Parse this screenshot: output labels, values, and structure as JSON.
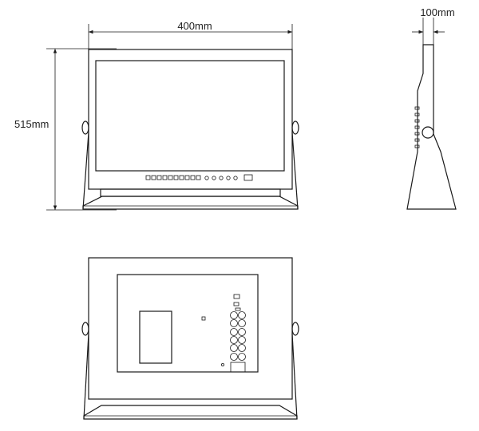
{
  "dimensions": {
    "width_label": "400mm",
    "height_label": "515mm",
    "depth_label": "100mm"
  }
}
